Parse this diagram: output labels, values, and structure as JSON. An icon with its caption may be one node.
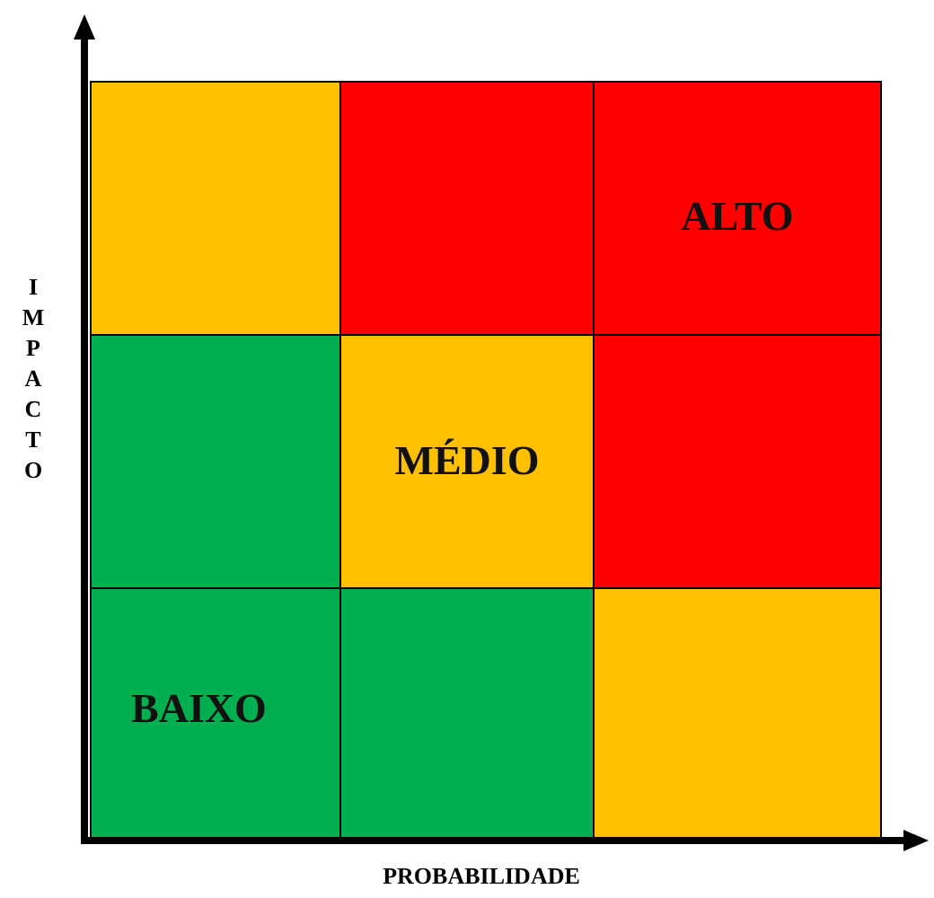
{
  "diagram": {
    "nodes": [
      {
        "text": [],
        "shape": "box"
      },
      {
        "text": [],
        "shape": "box"
      },
      {
        "text": [
          "ALTO"
        ]
      },
      {
        "text": [],
        "shape": "box"
      },
      {
        "text": [
          "MÉDIO"
        ]
      },
      {
        "text": [],
        "shape": "box"
      },
      {
        "text": [
          "BAIXO"
        ]
      },
      {
        "text": [],
        "shape": "box"
      },
      {
        "text": [],
        "shape": "box"
      }
    ],
    "edges": [],
    "labels": [
      "IMPACTO",
      "PROBABILIDADE"
    ]
  }
}
